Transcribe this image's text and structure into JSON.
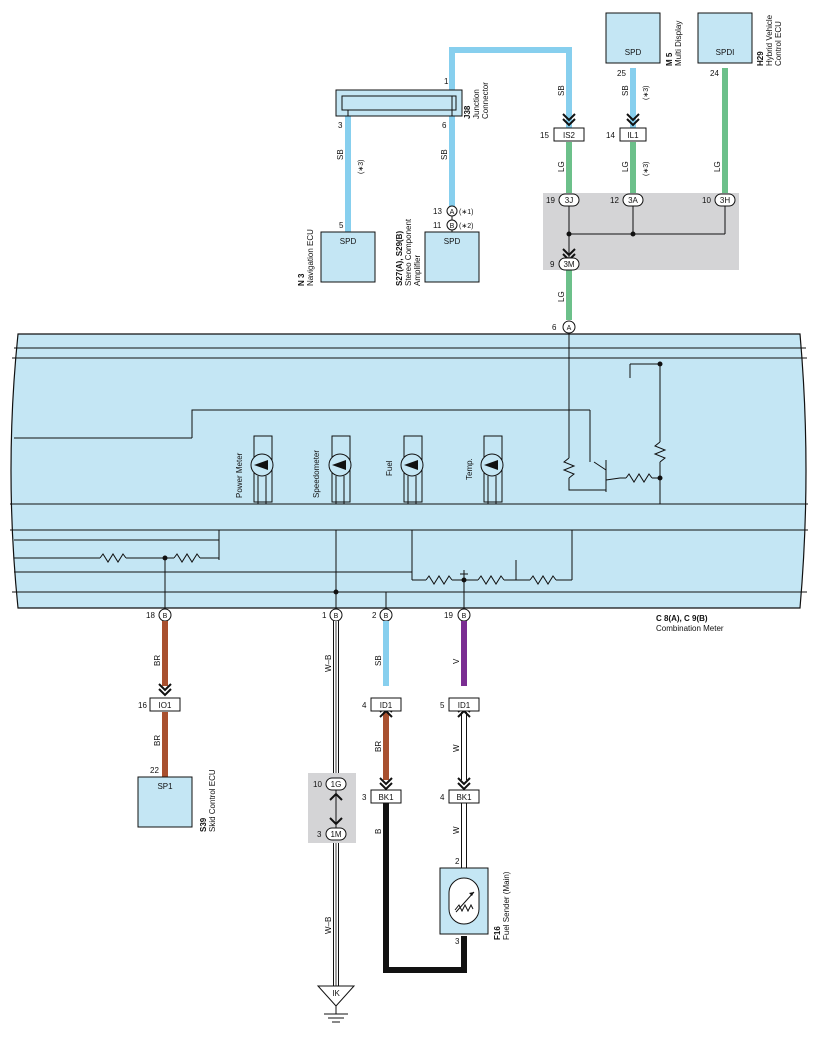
{
  "colors": {
    "sb": "#87cfee",
    "lg": "#6cc08a",
    "br": "#a8502f",
    "v": "#7a2d92",
    "b": "#111111",
    "panel": "#c4e6f4",
    "junction": "#d4d4d6"
  },
  "components": {
    "j38": {
      "code": "J38",
      "name1": "Junction",
      "name2": "Connector"
    },
    "m5": {
      "code": "M 5",
      "name": "Multi Display",
      "label": "SPD"
    },
    "h29": {
      "code": "H29",
      "name1": "Hybrid Vehicle",
      "name2": "Control ECU",
      "label": "SPDI"
    },
    "n3": {
      "code": "N 3",
      "name": "Navigation ECU",
      "label": "SPD"
    },
    "s27": {
      "code": "S27(A), S29(B)",
      "name1": "Stereo Component",
      "name2": "Amplifier",
      "label": "SPD"
    },
    "c8": {
      "code": "C 8(A), C 9(B)",
      "name": "Combination Meter"
    },
    "s39": {
      "code": "S39",
      "name": "Skid Control ECU",
      "label": "SP1"
    },
    "f16": {
      "code": "F16",
      "name": "Fuel Sender (Main)"
    },
    "ground": {
      "label": "IK"
    }
  },
  "gauges": [
    "Power Meter",
    "Speedometer",
    "Fuel",
    "Temp."
  ],
  "connectors": {
    "is2": "IS2",
    "il1": "IL1",
    "io1": "IO1",
    "id1": "ID1",
    "bk1": "BK1",
    "c3j": "3J",
    "c3a": "3A",
    "c3h": "3H",
    "c3m": "3M",
    "c1g": "1G",
    "c1m": "1M",
    "a": "A",
    "b": "B"
  },
  "pins": {
    "j38_1": "1",
    "j38_3": "3",
    "j38_6": "6",
    "n3_5": "5",
    "s27_13": "13",
    "s27_11": "11",
    "m5_25": "25",
    "h29_24": "24",
    "is2_15": "15",
    "il1_14": "14",
    "jc_19": "19",
    "jc_12": "12",
    "jc_10": "10",
    "jc_9": "9",
    "c8_6": "6",
    "c9_18": "18",
    "c9_1": "1",
    "c9_2": "2",
    "c9_19": "19",
    "io1_16": "16",
    "s39_22": "22",
    "id1_4": "4",
    "id1_5": "5",
    "bk1_3": "3",
    "bk1_4": "4",
    "jc2_10": "10",
    "jc2_3": "3",
    "f16_2": "2",
    "f16_3": "3"
  },
  "wires": {
    "sb": "SB",
    "lg": "LG",
    "br": "BR",
    "wb": "W–B",
    "v": "V",
    "w": "W",
    "b": "B"
  },
  "notes": {
    "n1": "(∗1)",
    "n2": "(∗2)",
    "n3": "(∗3)"
  }
}
